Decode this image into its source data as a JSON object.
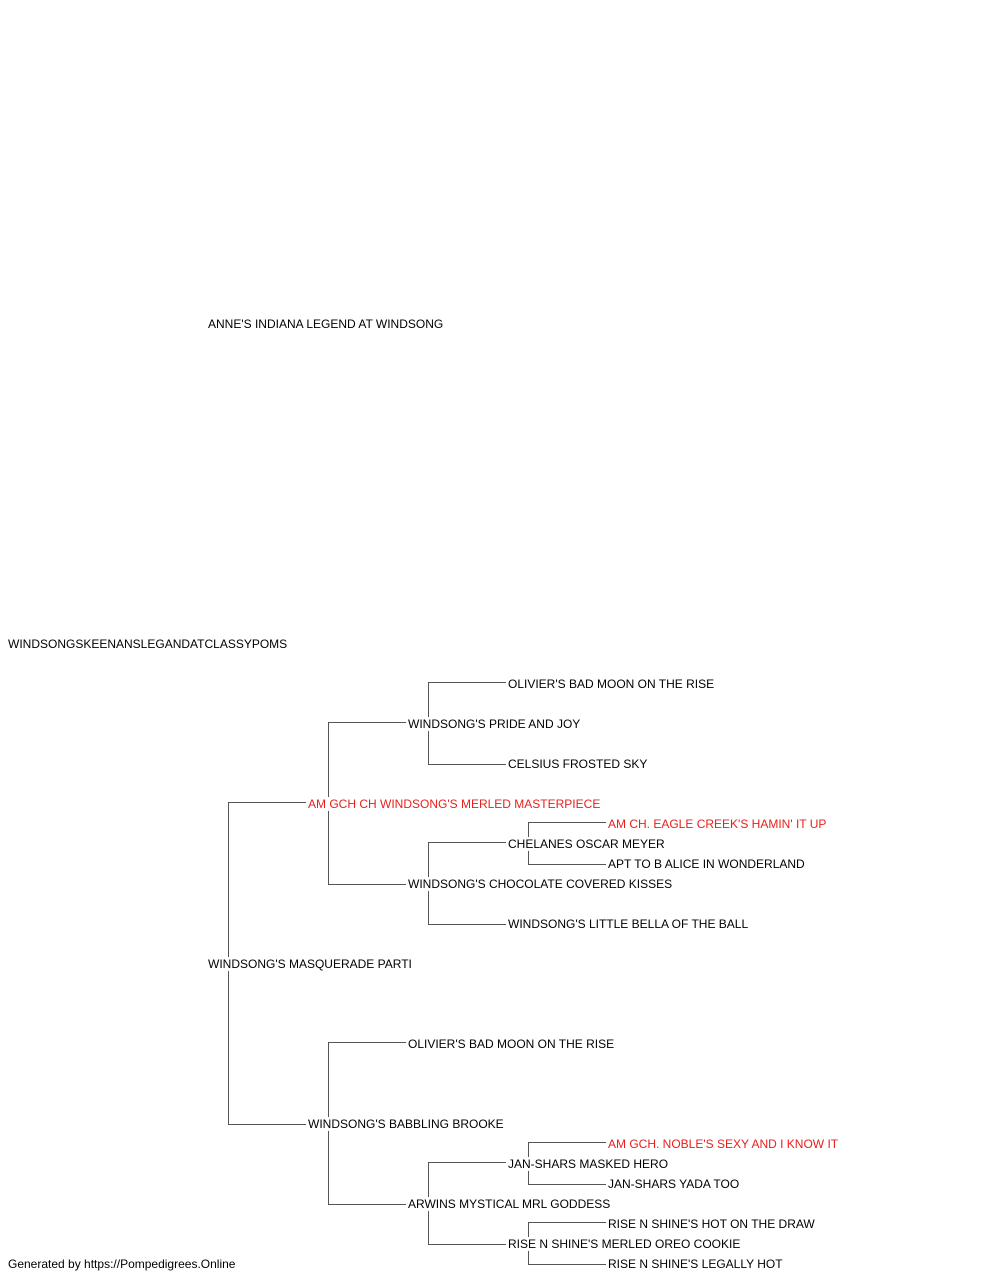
{
  "colors": {
    "text": "#000000",
    "highlight": "#e8201c",
    "line": "#555555"
  },
  "pedigree": {
    "sire_side_root": "ANNE'S INDIANA LEGEND AT WINDSONG",
    "subject": "WINDSONGSKEENANSLEGANDATCLASSYPOMS",
    "dam": "WINDSONG'S MASQUERADE PARTI",
    "dam_sire": {
      "name": "AM GCH CH WINDSONG'S MERLED MASTERPIECE",
      "highlight": true
    },
    "dam_sire_sire": "WINDSONG'S PRIDE AND JOY",
    "dam_sire_sire_sire": "OLIVIER'S BAD MOON ON THE RISE",
    "dam_sire_sire_dam": "CELSIUS FROSTED SKY",
    "dam_sire_dam": "WINDSONG'S CHOCOLATE COVERED KISSES",
    "dam_sire_dam_sire": "CHELANES OSCAR MEYER",
    "dam_sire_dam_sire_sire": {
      "name": "AM CH. EAGLE CREEK'S HAMIN' IT UP",
      "highlight": true
    },
    "dam_sire_dam_sire_dam": "APT TO B ALICE IN WONDERLAND",
    "dam_sire_dam_dam": "WINDSONG'S LITTLE BELLA OF THE BALL",
    "dam_dam": "WINDSONG'S BABBLING BROOKE",
    "dam_dam_sire": "OLIVIER'S BAD MOON ON THE RISE",
    "dam_dam_dam": "ARWINS MYSTICAL MRL GODDESS",
    "dam_dam_dam_sire": "JAN-SHARS MASKED HERO",
    "dam_dam_dam_sire_sire": {
      "name": "AM GCH. NOBLE'S SEXY AND I KNOW IT",
      "highlight": true
    },
    "dam_dam_dam_sire_dam": "JAN-SHARS YADA TOO",
    "dam_dam_dam_dam": "RISE N SHINE'S MERLED OREO COOKIE",
    "dam_dam_dam_dam_sire": "RISE N SHINE'S HOT ON THE DRAW",
    "dam_dam_dam_dam_dam": "RISE N SHINE'S LEGALLY HOT"
  },
  "footer": "Generated by https://Pompedigrees.Online"
}
